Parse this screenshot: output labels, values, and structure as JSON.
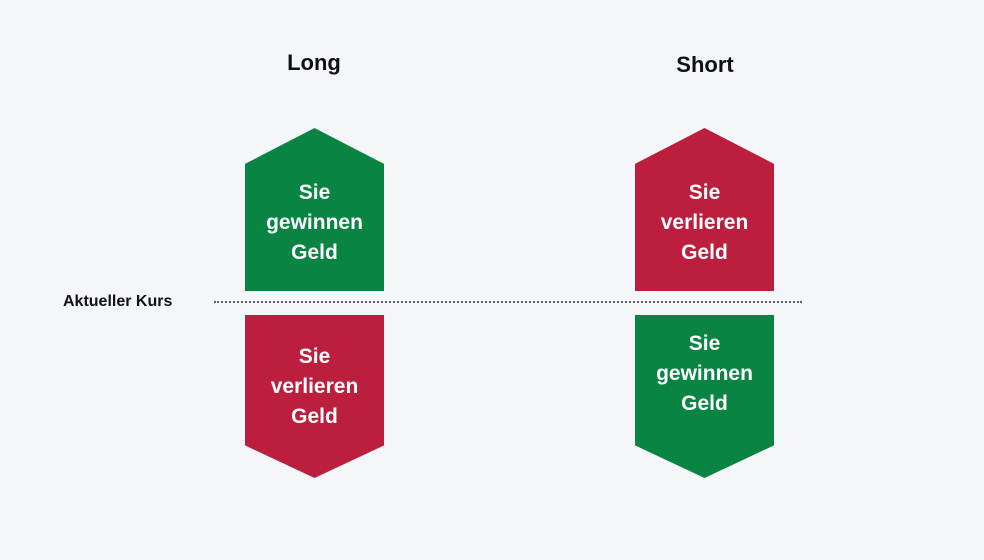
{
  "columns": {
    "long": {
      "title": "Long"
    },
    "short": {
      "title": "Short"
    }
  },
  "reference_line": {
    "label": "Aktueller Kurs"
  },
  "boxes": {
    "long_up": {
      "lines": [
        "Sie",
        "gewinnen",
        "Geld"
      ],
      "color": "#0a8443"
    },
    "long_down": {
      "lines": [
        "Sie",
        "verlieren",
        "Geld"
      ],
      "color": "#bc1e3d"
    },
    "short_up": {
      "lines": [
        "Sie",
        "verlieren",
        "Geld"
      ],
      "color": "#bc1e3d"
    },
    "short_down": {
      "lines": [
        "Sie",
        "gewinnen",
        "Geld"
      ],
      "color": "#0a8443"
    }
  }
}
